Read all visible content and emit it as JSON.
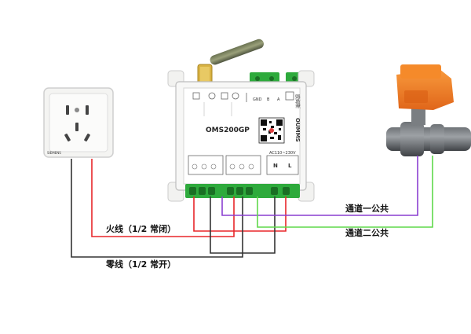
{
  "device": {
    "model": "OMS200GP",
    "brand": "OUMMS",
    "brand_cn": "欧姆斯",
    "gnd_label": "GND",
    "power_label": "AC110~230V",
    "n_label": "N",
    "l_label": "L"
  },
  "socket": {
    "brand": "SIEMENS"
  },
  "labels": {
    "live_wire": "火线（1/2 常闭）",
    "neutral_wire": "零线（1/2 常开）",
    "channel1_common": "通道一公共",
    "channel2_common": "通道二公共"
  },
  "colors": {
    "live": "#e8262a",
    "neutral": "#333333",
    "channel1": "#8a3fd1",
    "channel2": "#5fd94a",
    "valve_orange": "#f47a1f",
    "terminal_green": "#2eaa3c"
  }
}
